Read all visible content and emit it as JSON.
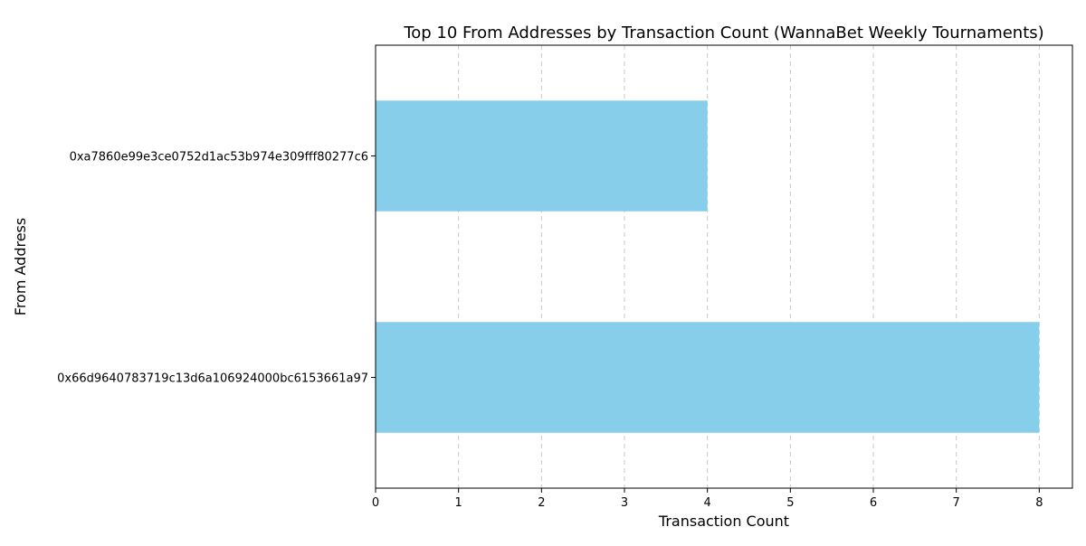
{
  "chart_data": {
    "type": "bar",
    "orientation": "horizontal",
    "title": "Top 10 From Addresses by Transaction Count (WannaBet Weekly Tournaments)",
    "xlabel": "Transaction Count",
    "ylabel": "From Address",
    "categories": [
      "0x66d9640783719c13d6a106924000bc6153661a97",
      "0xa7860e99e3ce0752d1ac53b974e309fff80277c6"
    ],
    "values": [
      8,
      4
    ],
    "xlim": [
      0,
      8.4
    ],
    "xticks": [
      0,
      1,
      2,
      3,
      4,
      5,
      6,
      7,
      8
    ],
    "grid": "x-dashed",
    "colors": {
      "bar": "#87ceeb",
      "grid": "#c8c8c8",
      "axis": "#000000"
    }
  }
}
